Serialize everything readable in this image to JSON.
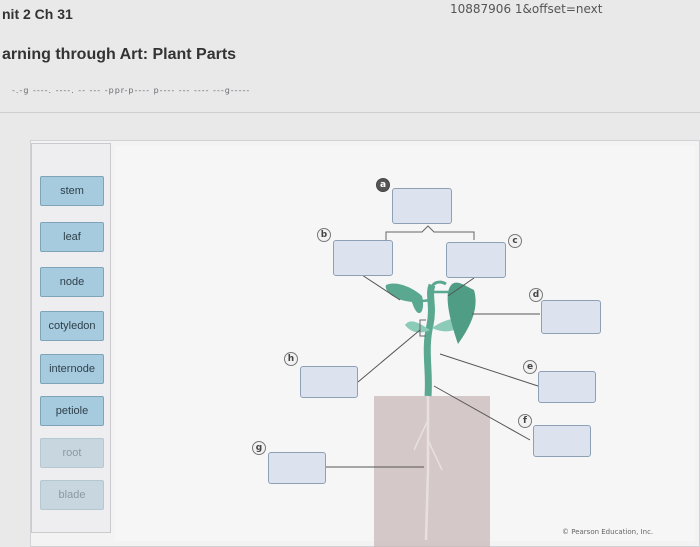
{
  "browser": {
    "url_fragment": "10887906 1&offset=next"
  },
  "header": {
    "unit_title": "nit 2 Ch 31",
    "page_title": "arning through Art: Plant Parts",
    "instruction": "-.-g ----. ----. -- --- -ppr-p---- p---- --- ---- ---g-----"
  },
  "label_bank": {
    "items": [
      {
        "label": "stem",
        "state": "active"
      },
      {
        "label": "leaf",
        "state": "active"
      },
      {
        "label": "node",
        "state": "active"
      },
      {
        "label": "cotyledon",
        "state": "active"
      },
      {
        "label": "internode",
        "state": "active"
      },
      {
        "label": "petiole",
        "state": "active"
      },
      {
        "label": "root",
        "state": "faded"
      },
      {
        "label": "blade",
        "state": "faded"
      }
    ]
  },
  "diagram": {
    "markers": [
      "a",
      "b",
      "c",
      "d",
      "e",
      "f",
      "g",
      "h"
    ],
    "credit": "© Pearson Education, Inc."
  },
  "colors": {
    "chip_active": "#a7cbde",
    "chip_faded": "#c8d7df",
    "drop_target": "#dde3ee",
    "plant_green": "#5aa88f",
    "soil": "#c9b8b8"
  }
}
